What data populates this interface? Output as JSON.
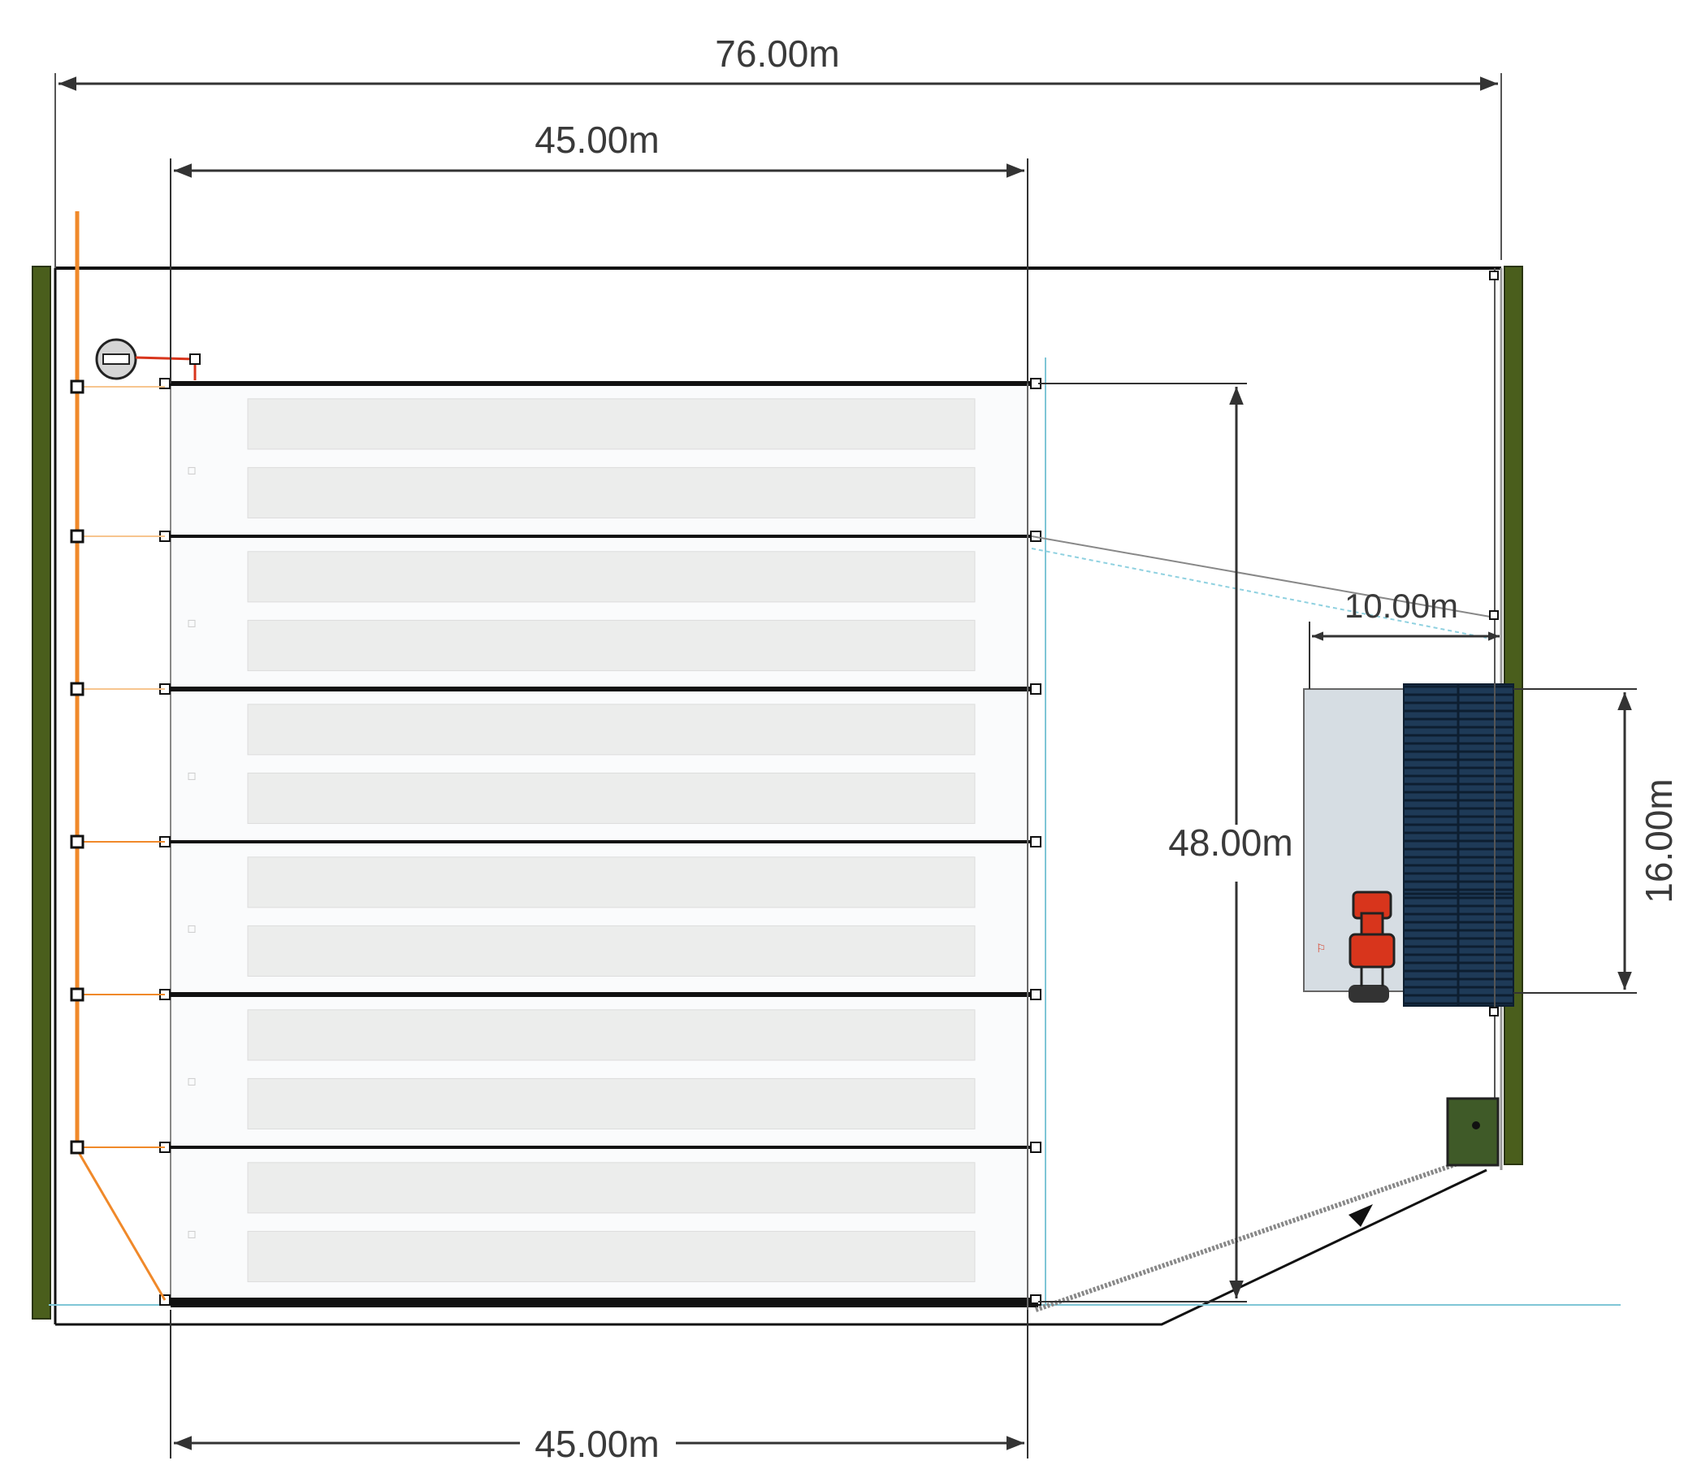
{
  "dimensions": {
    "overall_width": "76.00m",
    "greenhouse_width_top": "45.00m",
    "greenhouse_width_bottom": "45.00m",
    "greenhouse_length": "48.00m",
    "shed_width": "10.00m",
    "shed_length": "16.00m"
  },
  "colors": {
    "dimension_line": "#333333",
    "hedge": "#4a5e1c",
    "irrigation_pipe": "#f0892a",
    "shed_floor": "#d6dde3",
    "panel_array": "#1c3550",
    "tractor": "#d8351c",
    "utility_box": "#3f5a28",
    "water_line": "#7fc6d6"
  }
}
